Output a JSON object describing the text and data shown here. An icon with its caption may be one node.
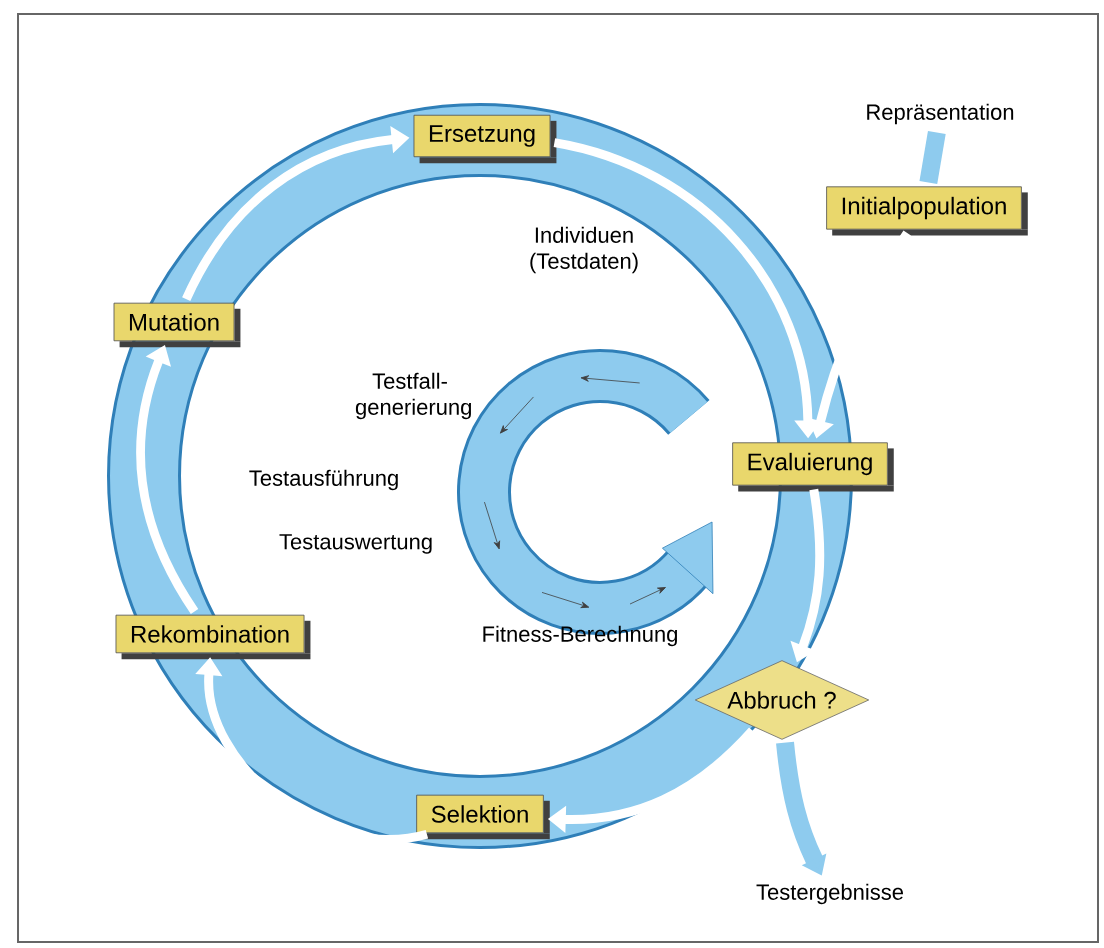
{
  "diagram": {
    "nodes": [
      {
        "text": [
          "Ersetzung"
        ]
      },
      {
        "text": [
          "Repräsentation"
        ]
      },
      {
        "text": [
          "Initialpopulation"
        ]
      },
      {
        "text": [
          "Mutation"
        ]
      },
      {
        "text": [
          "Evaluierung"
        ]
      },
      {
        "text": [
          "Rekombination"
        ]
      },
      {
        "text": [
          "Abbruch ?"
        ]
      },
      {
        "text": [
          "Selektion"
        ]
      },
      {
        "text": [
          "Testergebnisse"
        ]
      }
    ],
    "edges": [
      {
        "from": 1,
        "to": 2,
        "arrow": "none",
        "style": "thick",
        "color": "#8ecbee"
      },
      {
        "from": 2,
        "to": 4,
        "arrow": "to"
      },
      {
        "from": 0,
        "to": 4,
        "arrow": "to"
      },
      {
        "from": 4,
        "to": 6,
        "arrow": "to"
      },
      {
        "from": 6,
        "to": 7,
        "arrow": "to"
      },
      {
        "from": 7,
        "to": 5,
        "arrow": "to"
      },
      {
        "from": 5,
        "to": 3,
        "arrow": "to"
      },
      {
        "from": 3,
        "to": 0,
        "arrow": "to"
      },
      {
        "from": 6,
        "to": 8,
        "arrow": "to",
        "style": "thick",
        "color": "#8ecbee"
      }
    ],
    "labels": [
      "Individuen (Testdaten)",
      "Testfall- generierung",
      "Testausführung",
      "Testauswertung",
      "Fitness-Berechnung"
    ]
  }
}
